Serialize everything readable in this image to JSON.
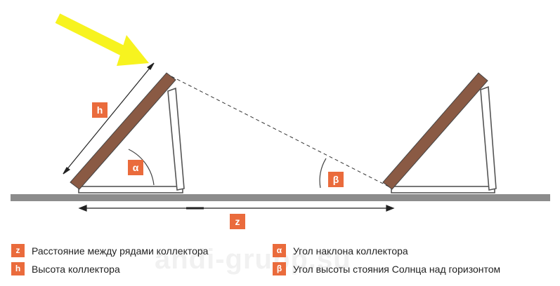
{
  "colors": {
    "accent": "#ea6b3c",
    "ground": "#8c8c8c",
    "panel": "#8a5a44",
    "frame": "#555555",
    "arrow": "#f7f31f"
  },
  "labels": {
    "h": "h",
    "alpha": "α",
    "beta": "β",
    "z": "z"
  },
  "legend": {
    "items": [
      {
        "symbol": "z",
        "text": "Расстояние между рядами коллектора"
      },
      {
        "symbol": "h",
        "text": "Высота коллектора"
      },
      {
        "symbol": "α",
        "text": "Угол наклона коллектора"
      },
      {
        "symbol": "β",
        "text": "Угол высоты стояния Солнца над горизонтом"
      }
    ]
  },
  "watermark": "andi-grupp.su"
}
